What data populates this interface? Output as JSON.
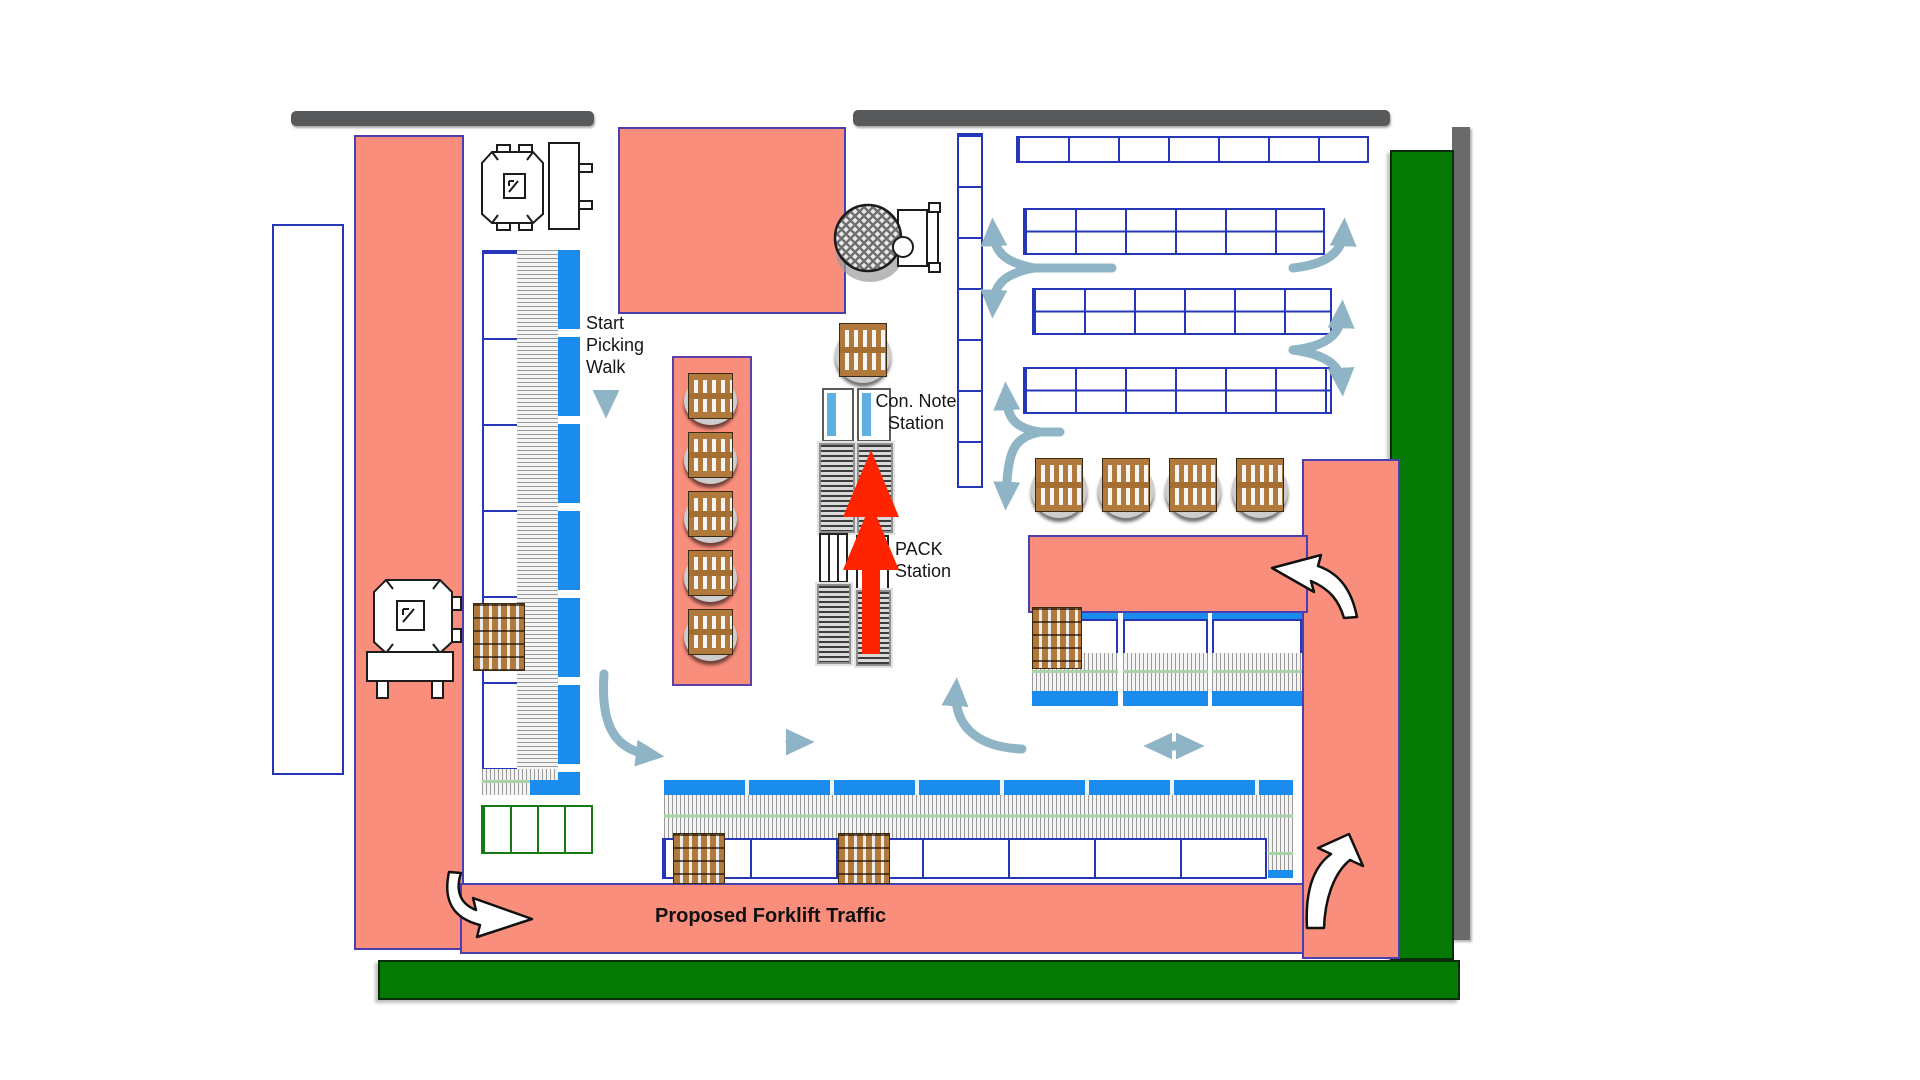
{
  "diagram": {
    "type": "warehouse-floor-plan",
    "labels": {
      "start_picking_walk": [
        "Start",
        "Picking",
        "Walk"
      ],
      "con_note_station": [
        "Con. Note",
        "Station"
      ],
      "pack_station": [
        "PACK",
        "Station"
      ],
      "forklift_traffic": "Proposed Forklift Traffic"
    },
    "colors": {
      "traffic_zone_pink": "#FA8E7D",
      "zone_border_purple": "#4A3FB0",
      "wall_green": "#047A04",
      "wall_gray": "#58595B",
      "rack_border_blue": "#2636B8",
      "rack_face_blue": "#1A8CEE",
      "green_cell_border": "#157A15",
      "flow_arrow_blue": "#8FB4C5",
      "pack_flow_red": "#FF2400",
      "pallet_brown": "#B1793B",
      "station_bar_blue": "#5FB0E0"
    },
    "icons": [
      "machine-icon",
      "spool-trolley-icon",
      "forklift-icon",
      "pallet-icon",
      "pallet-stack-icon",
      "conveyor-icon",
      "flow-arrow-icon",
      "traffic-arrow-icon"
    ]
  }
}
